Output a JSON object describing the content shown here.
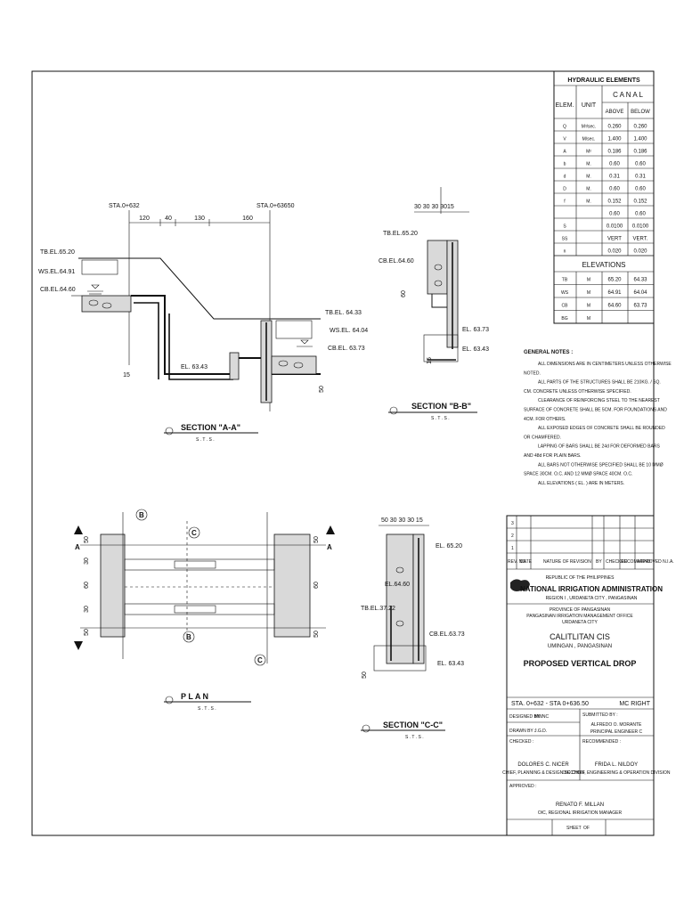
{
  "hydraulic": {
    "title": "HYDRAULIC ELEMENTS",
    "col_elem": "ELEM.",
    "col_unit": "UNIT",
    "col_canal": "C A N A L",
    "col_above": "ABOVE",
    "col_below": "BELOW",
    "rows": [
      {
        "elem": "Q",
        "unit": "M³/sec.",
        "above": "0.260",
        "below": "0.260"
      },
      {
        "elem": "V",
        "unit": "M/sec.",
        "above": "1.400",
        "below": "1.400"
      },
      {
        "elem": "A",
        "unit": "M²",
        "above": "0.186",
        "below": "0.186"
      },
      {
        "elem": "b",
        "unit": "M.",
        "above": "0.60",
        "below": "0.60"
      },
      {
        "elem": "d",
        "unit": "M.",
        "above": "0.31",
        "below": "0.31"
      },
      {
        "elem": "D",
        "unit": "M.",
        "above": "0.60",
        "below": "0.60"
      },
      {
        "elem": "f",
        "unit": "M.",
        "above": "0.152",
        "below": "0.152"
      },
      {
        "elem": "",
        "unit": "",
        "above": "0.60",
        "below": "0.60"
      },
      {
        "elem": "S",
        "unit": "",
        "above": "0.0100",
        "below": "0.0100"
      },
      {
        "elem": "SS",
        "unit": "",
        "above": "VERT",
        "below": "VERT."
      },
      {
        "elem": "n",
        "unit": "",
        "above": "0.020",
        "below": "0.020"
      }
    ],
    "elev_title": "ELEVATIONS",
    "elev_rows": [
      {
        "elem": "TB",
        "unit": "M",
        "above": "65.20",
        "below": "64.33"
      },
      {
        "elem": "WS",
        "unit": "M",
        "above": "64.91",
        "below": "64.04"
      },
      {
        "elem": "CB",
        "unit": "M",
        "above": "64.60",
        "below": "63.73"
      },
      {
        "elem": "BG",
        "unit": "M",
        "above": "",
        "below": ""
      }
    ]
  },
  "notes": {
    "title": "GENERAL NOTES :",
    "lines": [
      "ALL DIMENSIONS ARE IN CENTIMETERS UNLESS OTHERWISE",
      "NOTED.",
      "ALL PARTS OF THE STRUCTURES SHALL BE 210KG. / SQ.",
      "CM. CONCRETE UNLESS OTHERWISE SPECIFIED.",
      "CLEARANCE OF REINFORCING STEEL TO THE NEAREST",
      "SURFACE OF CONCRETE SHALL BE 5CM. FOR FOUNDATIONS AND",
      "4CM. FOR OTHERS.",
      "ALL EXPOSED EDGES OF CONCRETE SHALL BE ROUNDED",
      "OR CHAMFERED.",
      "LAPPING OF BARS SHALL BE 24d FOR DEFORMED BARS",
      "AND 48d FOR PLAIN BARS.",
      "ALL BARS NOT OTHERWISE SPECIFIED SHALL BE 10 MMØ",
      "SPACE 30CM. O.C. AND 12 MMØ SPACE 40CM. O.C.",
      "ALL ELEVATIONS ( EL. ) ARE IN METERS."
    ]
  },
  "section_aa": {
    "title": "SECTION \"A-A\"",
    "scale": "S . T . S .",
    "sta_left": "STA.0+632",
    "sta_right": "STA.0+63650",
    "dims": [
      "120",
      "40",
      "130",
      "160"
    ],
    "tb": "TB.EL.65.20",
    "ws": "WS.EL.64.91",
    "cb": "CB.EL.64.60",
    "tb2": "TB.EL. 64.33",
    "ws2": "WS.EL. 64.04",
    "cb2": "CB.EL. 63.73",
    "el": "EL. 63.43",
    "dim15": "15",
    "dim50": "50"
  },
  "section_bb": {
    "title": "SECTION \"B-B\"",
    "scale": "S . T . S .",
    "top_dims": "30 30 30 3015",
    "tb": "TB.EL.65.20",
    "cb": "CB.EL.64.60",
    "el1": "EL. 63.73",
    "el2": "EL. 63.43",
    "dim60": "60",
    "dim15": "15"
  },
  "plan": {
    "title": "P L A N",
    "scale": "S . T . S .",
    "cut_a": "A",
    "cut_b": "B",
    "cut_c": "C",
    "dims_left": [
      "50",
      "30",
      "60",
      "30",
      "50"
    ],
    "dims_right": [
      "50",
      "60",
      "50"
    ]
  },
  "section_cc": {
    "title": "SECTION \"C-C\"",
    "scale": "S . T . S .",
    "top_dims": "50 30 30 30 15",
    "el1": "EL. 65.20",
    "el2": "EL.64.60",
    "tb": "TB.EL.37.22",
    "cb": "CB.EL.63.73",
    "el3": "EL. 63.43",
    "dim50": "50"
  },
  "title_block": {
    "rev_headers": [
      "REV. NO.",
      "DATE",
      "NATURE OF REVISION",
      "BY",
      "CHECKED",
      "RECOMMEND",
      "APPROVED N.I.A."
    ],
    "rev_numbers": [
      "3",
      "2",
      "1"
    ],
    "republic": "REPUBLIC OF THE PHILIPPINES",
    "agency": "NATIONAL IRRIGATION ADMINISTRATION",
    "region": "REGION I , URDANETA CITY , PANGASINAN",
    "province": "PROVINCE OF PANGASINAN",
    "office": "PANGASINAN IRRIGATION MANAGEMENT OFFICE",
    "city": "URDANETA CITY",
    "project": "CALITLITAN CIS",
    "location": "UMINGAN , PANGASINAN",
    "drawing_title": "PROPOSED VERTICAL DROP",
    "station": "STA. 0+632 - STA 0+636.50",
    "side": "MC RIGHT",
    "designed_label": "DESIGNED BY :",
    "designed_value": "MWNC",
    "submitted_label": "SUBMITTED BY :",
    "submitted_name": "ALFREDO O. MORANTE",
    "submitted_title": "PRINCIPAL ENGINEER C",
    "drawn_label": "DRAWN BY :",
    "drawn_value": "J.G.D.",
    "checked_label": "CHECKED :",
    "recommended_label": "RECOMMENDED :",
    "checked_name": "DOLORES C. NICER",
    "checked_title": "CHIEF, PLANNING & DESIGN SECTION",
    "recommended_name": "FRIDA L. NILDOY",
    "recommended_title": "OIC CHIEF, ENGINEERING & OPERATION DIVISION",
    "approved_label": "APPROVED :",
    "approved_name": "RENATO F. MILLAN",
    "approved_title": "OIC, REGIONAL IRRIGATION MANAGER",
    "sheet_label": "SHEET",
    "of_label": "OF"
  }
}
